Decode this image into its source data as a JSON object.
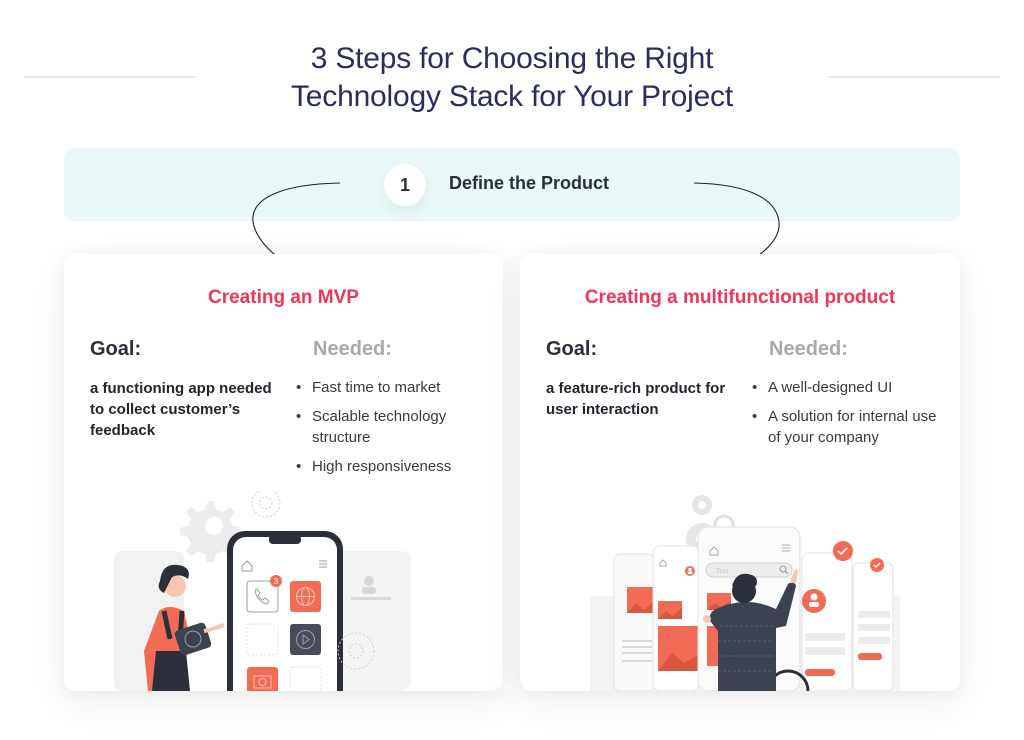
{
  "header": {
    "title_line1": "3 Steps for Choosing the Right",
    "title_line2": "Technology Stack for Your Project"
  },
  "step": {
    "number": "1",
    "label": "Define the Product"
  },
  "cards": [
    {
      "title": "Creating an MVP",
      "goal_heading": "Goal:",
      "goal_text": "a functioning app needed to collect customer’s feedback",
      "needed_heading": "Needed:",
      "needed": [
        "Fast time to market",
        "Scalable technology structure",
        "High responsiveness"
      ],
      "illustration": {
        "notification_badge": "3",
        "icons": [
          "gear-icon",
          "phone-icon",
          "globe-icon",
          "play-icon",
          "camera-icon",
          "home-icon",
          "menu-icon",
          "user-icon"
        ]
      }
    },
    {
      "title": "Creating a multifunctional product",
      "goal_heading": "Goal:",
      "goal_text": "a feature-rich product for user interaction",
      "needed_heading": "Needed:",
      "needed": [
        "A well-designed UI",
        "A solution for internal use of your company"
      ],
      "illustration": {
        "search_placeholder": "Text",
        "icons": [
          "gear-icon",
          "search-icon",
          "check-icon",
          "user-icon",
          "image-icon",
          "home-icon",
          "menu-icon"
        ]
      }
    }
  ],
  "colors": {
    "title": "#2b2d5e",
    "accent": "#f0355a",
    "banner_bg": "#ebf8f8",
    "illustration_orange": "#f26b55",
    "illustration_dark": "#2d3340",
    "muted": "#a7a9ae"
  }
}
